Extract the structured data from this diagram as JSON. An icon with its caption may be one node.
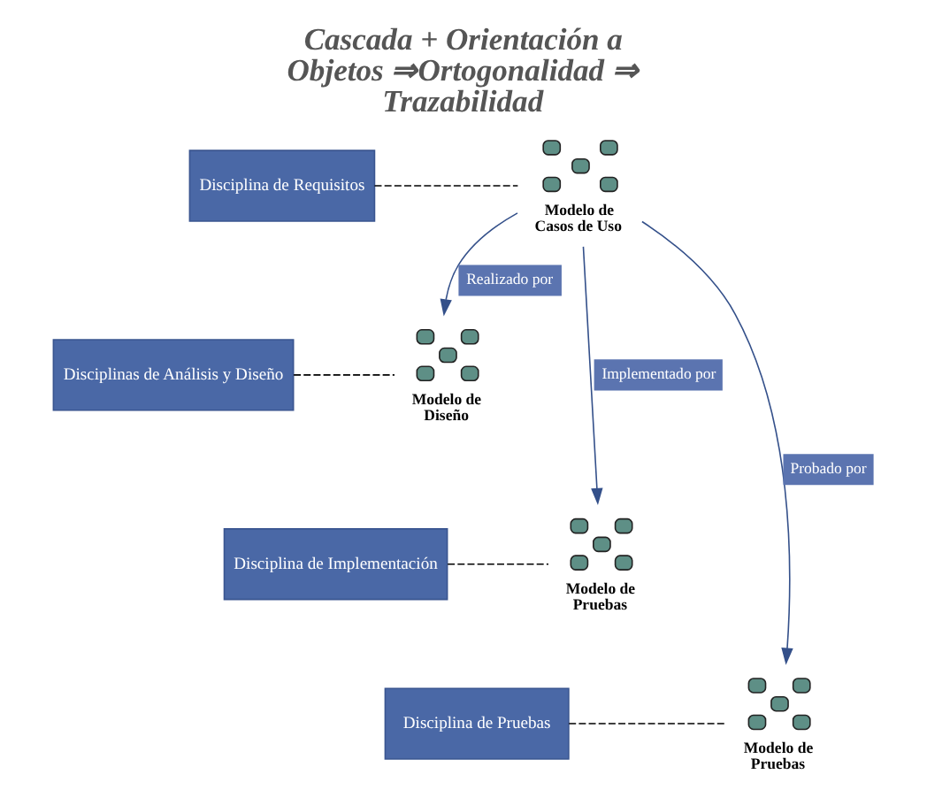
{
  "diagram": {
    "title": "Cascada + Orientación a Objetos ⇒Ortogonalidad ⇒ Trazabilidad",
    "nodes": [
      {
        "text": [
          "Disciplina de Requisitos"
        ]
      },
      {
        "text": [
          "Disciplinas de Análisis y Diseño"
        ]
      },
      {
        "text": [
          "Disciplina de Implementación"
        ]
      },
      {
        "text": [
          "Disciplina de Pruebas"
        ]
      },
      {
        "text": [],
        "shape": "picture",
        "beside": [
          "Modelo de Casos de Uso"
        ]
      },
      {
        "text": [],
        "shape": "picture",
        "beside": [
          "Modelo de Diseño"
        ]
      },
      {
        "text": [],
        "shape": "picture",
        "beside": [
          "Modelo de Pruebas"
        ]
      },
      {
        "text": [],
        "shape": "picture",
        "beside": [
          "Modelo de Pruebas"
        ]
      }
    ],
    "edges": [
      {
        "from": 0,
        "to": 4,
        "arrow": "none",
        "style": "dashed"
      },
      {
        "from": 1,
        "to": 5,
        "arrow": "none",
        "style": "dashed"
      },
      {
        "from": 2,
        "to": 6,
        "arrow": "none",
        "style": "dashed"
      },
      {
        "from": 3,
        "to": 7,
        "arrow": "none",
        "style": "dashed"
      },
      {
        "from": 4,
        "to": 5,
        "arrow": "to",
        "label": "Realizado por",
        "color": "#34508a"
      },
      {
        "from": 4,
        "to": 6,
        "arrow": "to",
        "label": "Implementado por",
        "color": "#34508a"
      },
      {
        "from": 4,
        "to": 7,
        "arrow": "to",
        "label": "Probado por",
        "color": "#34508a"
      }
    ]
  }
}
